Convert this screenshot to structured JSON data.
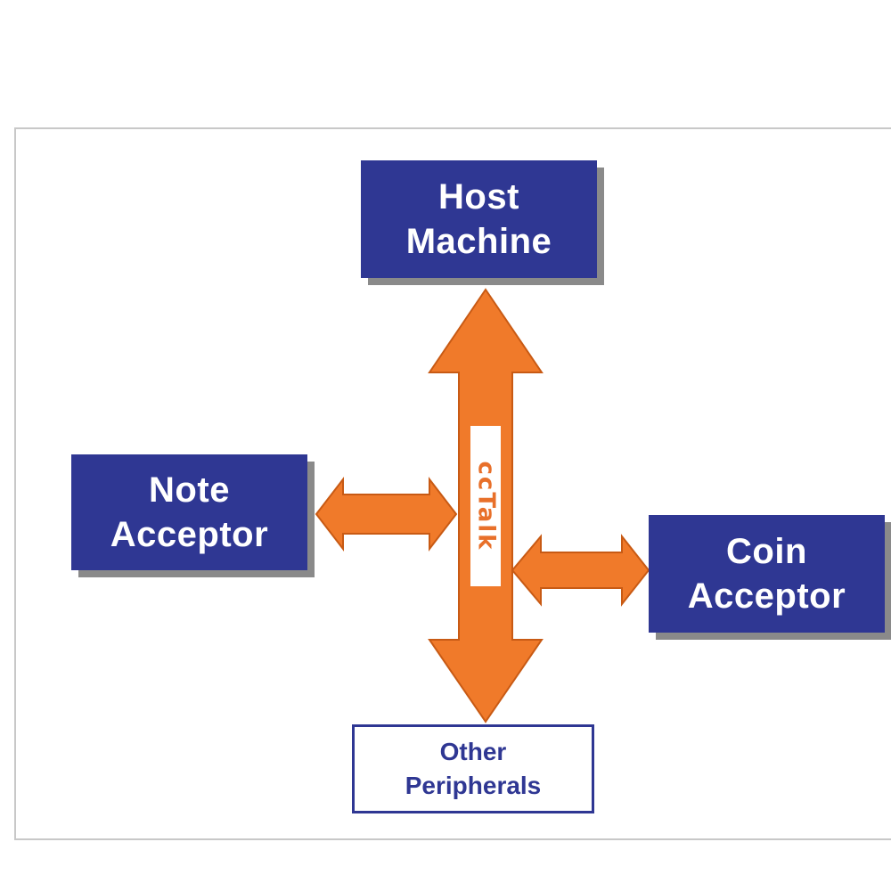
{
  "diagram": {
    "host": {
      "line1": "Host",
      "line2": "Machine"
    },
    "note": {
      "line1": "Note",
      "line2": "Acceptor"
    },
    "coin": {
      "line1": "Coin",
      "line2": "Acceptor"
    },
    "other": {
      "line1": "Other",
      "line2": "Peripherals"
    },
    "bus_label": "ccTalk"
  },
  "colors": {
    "box_fill": "#2f3793",
    "arrow_fill": "#f07a2a",
    "arrow_stroke": "#c85a14",
    "frame": "#c8c8c8"
  }
}
